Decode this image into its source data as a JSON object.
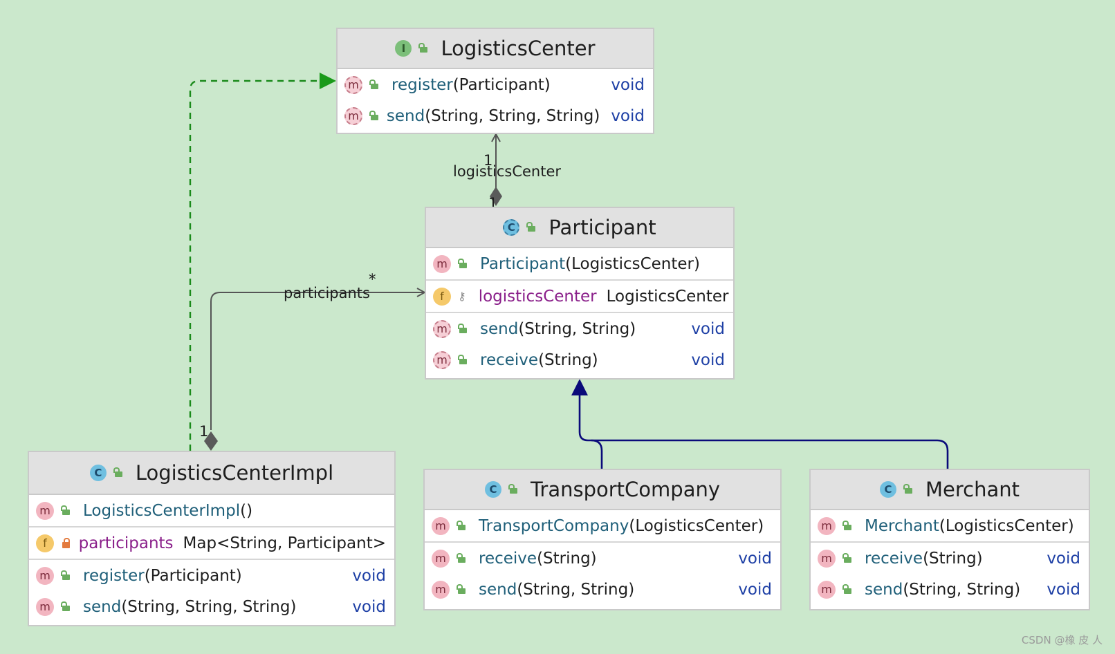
{
  "classes": {
    "logistics_center": {
      "kind": "I",
      "name": "LogisticsCenter",
      "methods": [
        {
          "icon": "m",
          "name": "register",
          "args": "(Participant)",
          "ret": "void"
        },
        {
          "icon": "m",
          "name": "send",
          "args": "(String, String, String)",
          "ret": "void"
        }
      ]
    },
    "participant": {
      "kind": "C",
      "name": "Participant",
      "constructor": {
        "icon": "m",
        "name": "Participant",
        "args": "(LogisticsCenter)"
      },
      "field": {
        "icon": "f",
        "name": "logisticsCenter",
        "type": "LogisticsCenter"
      },
      "methods": [
        {
          "icon": "m",
          "name": "send",
          "args": "(String, String)",
          "ret": "void"
        },
        {
          "icon": "m",
          "name": "receive",
          "args": "(String)",
          "ret": "void"
        }
      ]
    },
    "logistics_center_impl": {
      "kind": "C",
      "name": "LogisticsCenterImpl",
      "constructor": {
        "icon": "m",
        "name": "LogisticsCenterImpl",
        "args": "()"
      },
      "field": {
        "icon": "f",
        "name": "participants",
        "type": "Map<String, Participant>"
      },
      "methods": [
        {
          "icon": "m",
          "name": "register",
          "args": "(Participant)",
          "ret": "void"
        },
        {
          "icon": "m",
          "name": "send",
          "args": "(String, String, String)",
          "ret": "void"
        }
      ]
    },
    "transport_company": {
      "kind": "C",
      "name": "TransportCompany",
      "constructor": {
        "icon": "m",
        "name": "TransportCompany",
        "args": "(LogisticsCenter)"
      },
      "methods": [
        {
          "icon": "m",
          "name": "receive",
          "args": "(String)",
          "ret": "void"
        },
        {
          "icon": "m",
          "name": "send",
          "args": "(String, String)",
          "ret": "void"
        }
      ]
    },
    "merchant": {
      "kind": "C",
      "name": "Merchant",
      "constructor": {
        "icon": "m",
        "name": "Merchant",
        "args": "(LogisticsCenter)"
      },
      "methods": [
        {
          "icon": "m",
          "name": "receive",
          "args": "(String)",
          "ret": "void"
        },
        {
          "icon": "m",
          "name": "send",
          "args": "(String, String)",
          "ret": "void"
        }
      ]
    }
  },
  "edges": {
    "center_assoc": {
      "label": "logisticsCenter",
      "target_mult": "1",
      "source_mult": "1"
    },
    "participants_assoc": {
      "label": "participants",
      "target_mult": "*",
      "source_mult": "1"
    }
  },
  "colors": {
    "background": "#cbe8cc",
    "realization": "#1a8a1a",
    "inheritance": "#0a0a7a",
    "association": "#555555"
  },
  "watermark": "CSDN @橡 皮 人"
}
